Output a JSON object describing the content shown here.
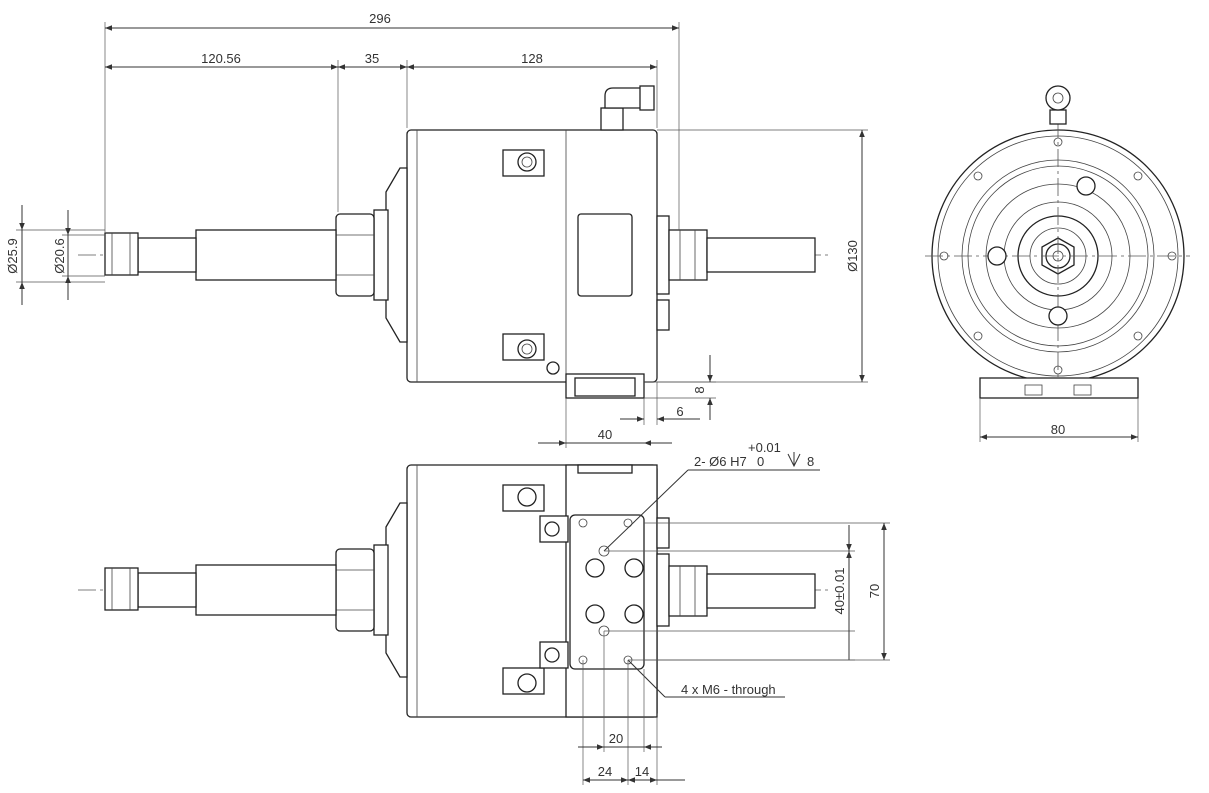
{
  "dimensions": {
    "overall_length": "296",
    "collet_length": "120.56",
    "nut_length": "35",
    "body_length": "128",
    "collet_outer_dia": "Ø25.9",
    "collet_inner_dia": "Ø20.6",
    "body_dia": "Ø130",
    "base_height": "8",
    "base_offset": "6",
    "base_width_side": "40",
    "base_width_front": "80",
    "pin_hole_spec": "2- Ø6 H7",
    "pin_tol_upper": "+0.01",
    "pin_tol_lower": "0",
    "pin_depth": "8",
    "hole_pitch": "40±0.01",
    "plate_height": "70",
    "hole_spacing_20": "20",
    "hole_spacing_24": "24",
    "edge_14": "14",
    "thread_spec": "4 x M6 - through"
  }
}
